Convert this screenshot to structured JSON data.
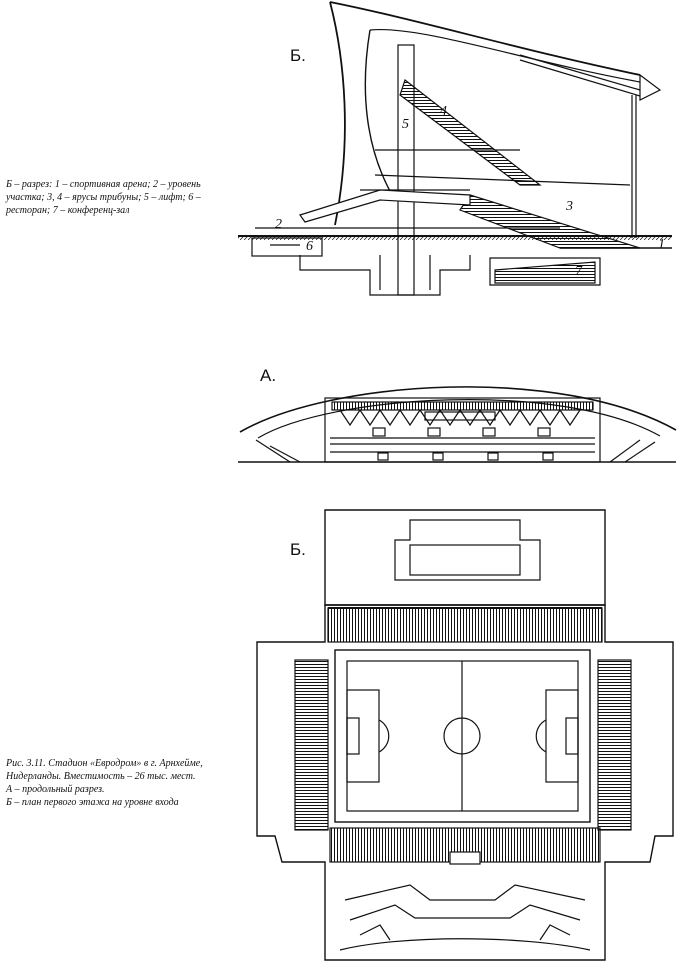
{
  "labels": {
    "section_b": "Б.",
    "section_a": "А.",
    "plan_b": "Б."
  },
  "section_numbers": [
    "1",
    "2",
    "3",
    "4",
    "5",
    "6",
    "7"
  ],
  "caption_section": {
    "text": "Б – разрез: 1 – спортивная арена; 2 – уровень участка; 3, 4 – ярусы трибуны; 5 – лифт; 6 – ресторан; 7 – конференц-зал"
  },
  "caption_figure": {
    "line1": "Рис. 3.11. Стадион «Евродром» в г. Арнхейме, Нидерланды. Вместимость – 26 тыс. мест.",
    "line2": "А – продольный разрез.",
    "line3": "Б – план первого этажа на уровне входа"
  }
}
